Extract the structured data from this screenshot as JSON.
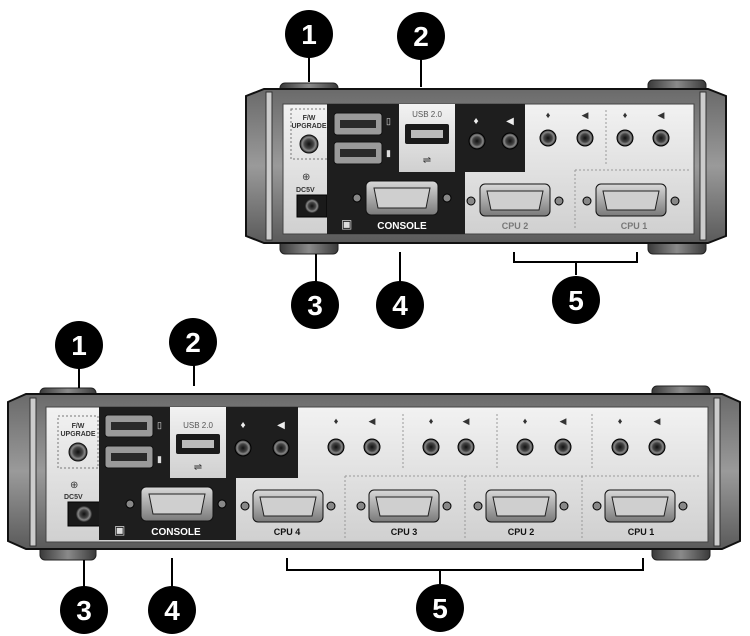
{
  "colors": {
    "badge": "#000000",
    "panel_light": "#e6e6e6",
    "panel_dark": "#1e1e1e",
    "body_gray": "#8a8a8a"
  },
  "callouts": {
    "one": "1",
    "two": "2",
    "three": "3",
    "four": "4",
    "five": "5"
  },
  "top_unit": {
    "fw_label_1": "F/W",
    "fw_label_2": "UPGRADE",
    "usb_label": "USB 2.0",
    "power_label": "DC5V",
    "console_label": "CONSOLE",
    "cpu_labels": [
      "CPU 2",
      "CPU 1"
    ]
  },
  "bottom_unit": {
    "fw_label_1": "F/W",
    "fw_label_2": "UPGRADE",
    "usb_label": "USB 2.0",
    "power_label": "DC5V",
    "console_label": "CONSOLE",
    "cpu_labels": [
      "CPU 4",
      "CPU 3",
      "CPU 2",
      "CPU 1"
    ]
  }
}
